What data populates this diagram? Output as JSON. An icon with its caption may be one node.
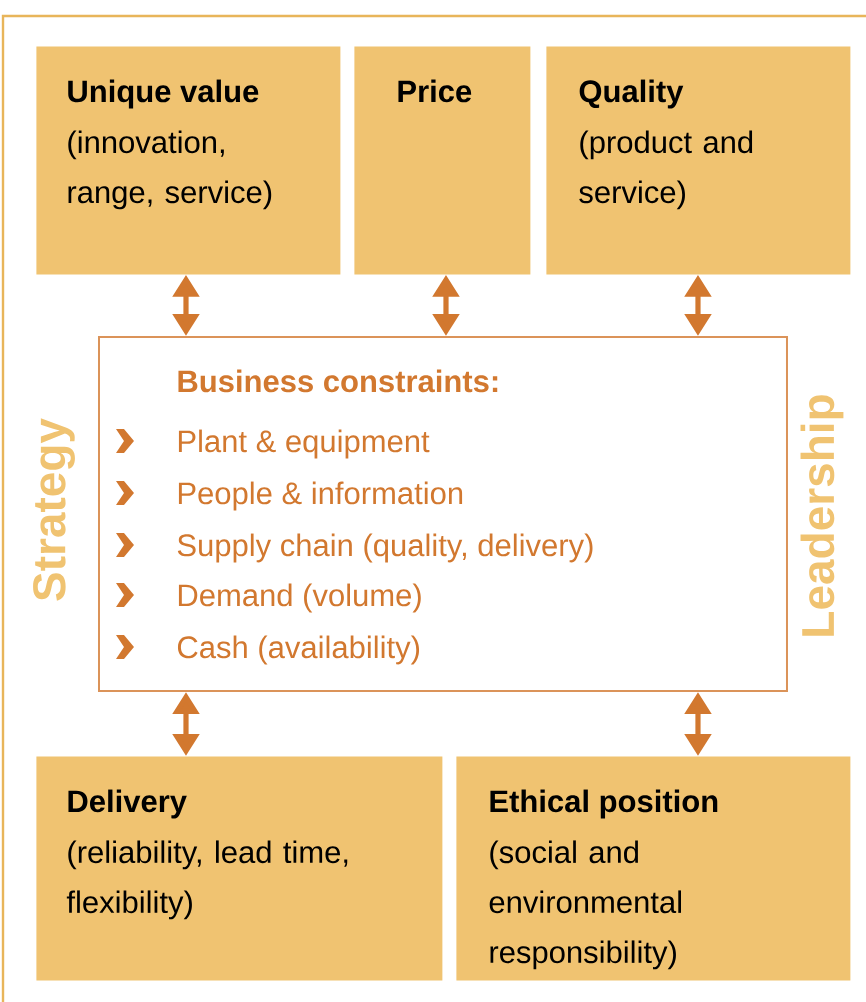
{
  "diagram": {
    "nodes": [
      {
        "text": [
          "Unique value",
          "(innovation, range, service)"
        ]
      },
      {
        "text": [
          "Price"
        ]
      },
      {
        "text": [
          "Quality",
          "(product and service)"
        ]
      },
      {
        "text": [
          "Business constraints:",
          "Plant & equipment",
          "People & information",
          "Supply chain (quality, delivery)",
          "Demand (volume)",
          "Cash (availability)"
        ]
      },
      {
        "text": [
          "Delivery",
          "(reliability, lead time, flexibility)"
        ]
      },
      {
        "text": [
          "Ethical position",
          "(social and environmental responsibility)"
        ]
      }
    ],
    "edges": [
      {
        "from": 0,
        "to": 3,
        "arrow": "both"
      },
      {
        "from": 1,
        "to": 3,
        "arrow": "both"
      },
      {
        "from": 2,
        "to": 3,
        "arrow": "both"
      },
      {
        "from": 3,
        "to": 4,
        "arrow": "both"
      },
      {
        "from": 3,
        "to": 5,
        "arrow": "both"
      }
    ],
    "labels": [
      "Strategy",
      "Leadership"
    ]
  }
}
